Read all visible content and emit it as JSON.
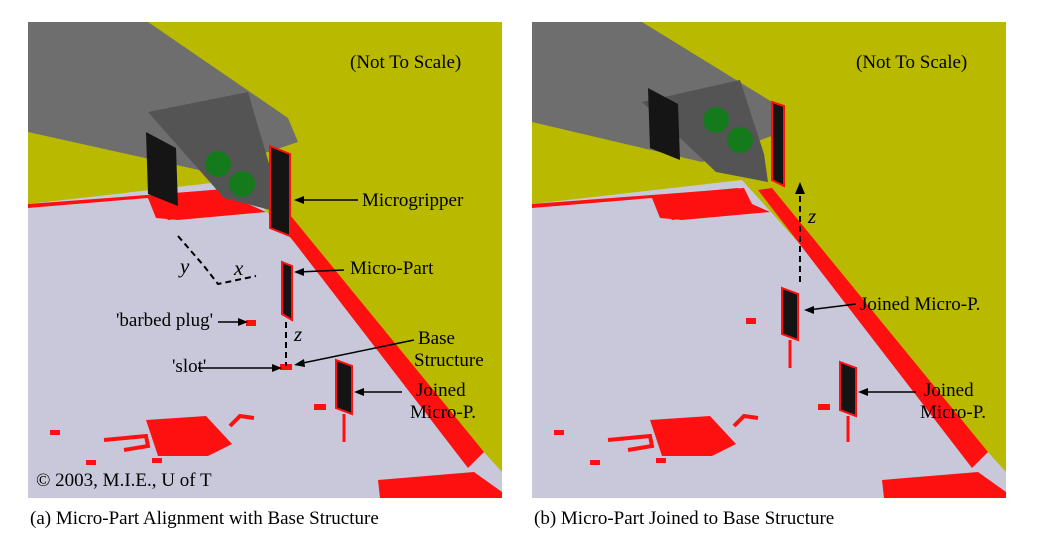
{
  "panels": [
    {
      "caption": "(a) Micro-Part Alignment with Base Structure",
      "scale_note": "(Not To Scale)",
      "copyright": "© 2003, M.I.E., U of T",
      "labels": {
        "microgripper": "Microgripper",
        "micro_part": "Micro-Part",
        "barbed_plug": "'barbed plug'",
        "slot": "'slot'",
        "base_structure_1": "Base",
        "base_structure_2": "Structure",
        "joined_1": "Joined",
        "joined_2": "Micro-P."
      },
      "axes": {
        "x": "x",
        "y": "y",
        "z": "z"
      }
    },
    {
      "caption": "(b) Micro-Part Joined to Base Structure",
      "scale_note": "(Not To Scale)",
      "labels": {
        "joined_micro_p": "Joined Micro-P.",
        "joined_1": "Joined",
        "joined_2": "Micro-P."
      },
      "axes": {
        "z": "z"
      }
    }
  ],
  "colors": {
    "background_yellow": "#B9B900",
    "base_plate": "#C9C8DB",
    "red": "#FF1010",
    "gripper_gray": "#6E6E6E",
    "part_black": "#141414",
    "ball_green": "#157A1C"
  }
}
